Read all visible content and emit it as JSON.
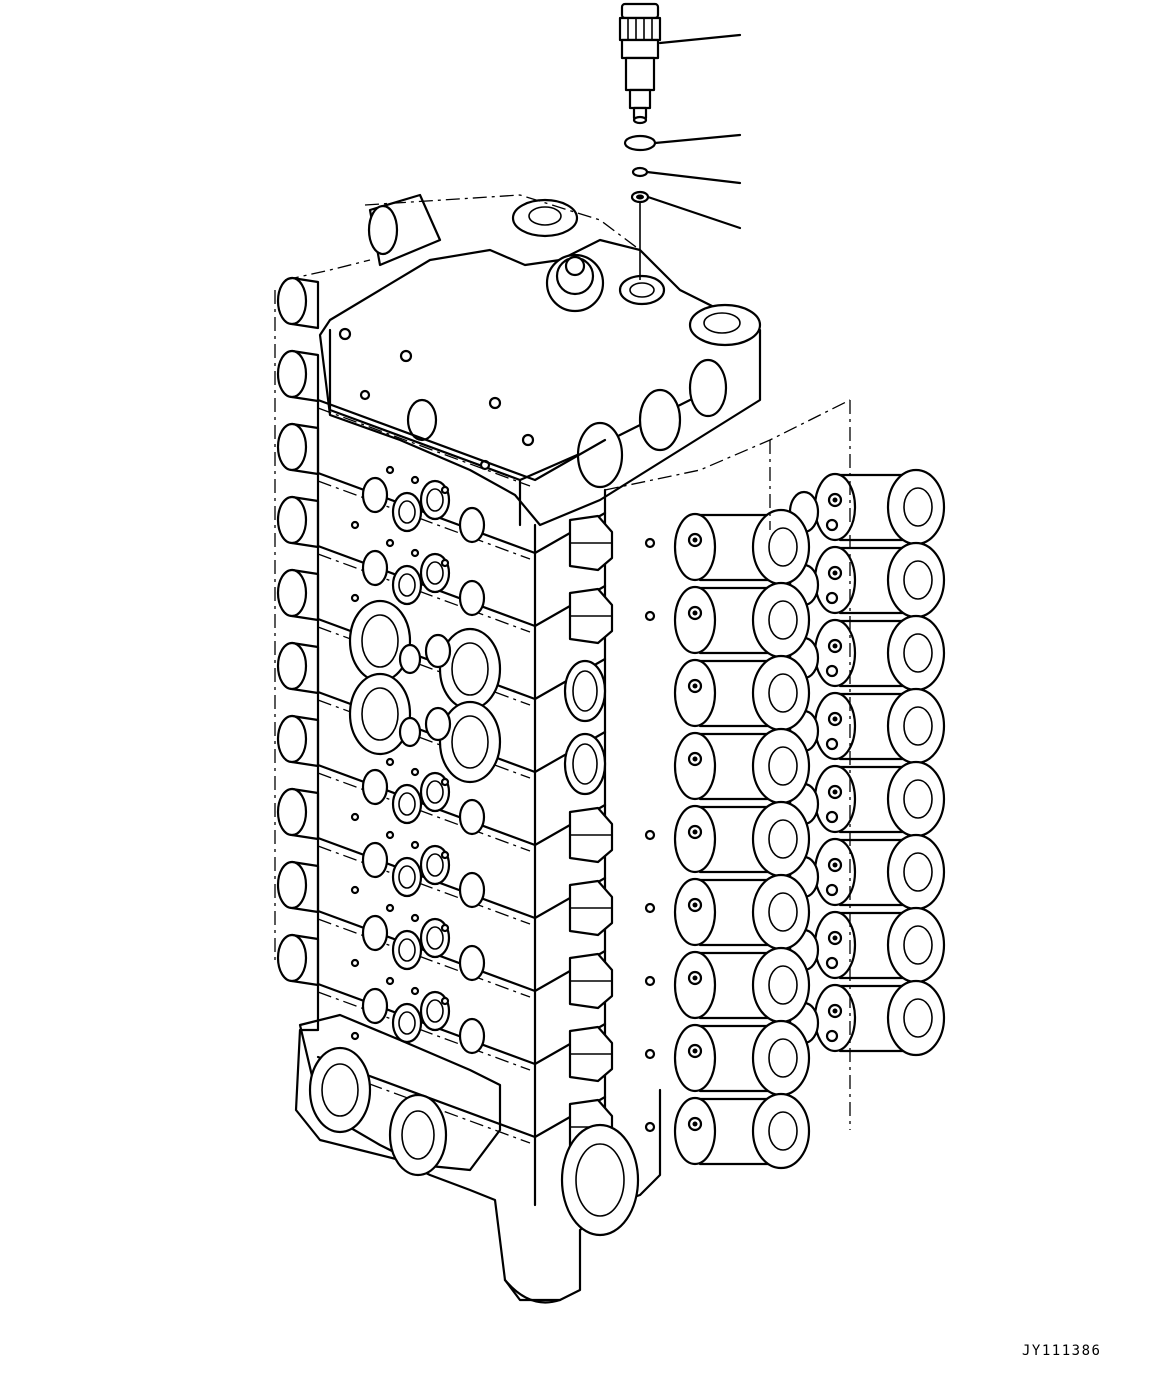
{
  "drawing": {
    "code": "JY111386",
    "subject": "control-valve-assembly",
    "callout_count": 4,
    "line_color": "#000000",
    "background_color": "#ffffff"
  }
}
